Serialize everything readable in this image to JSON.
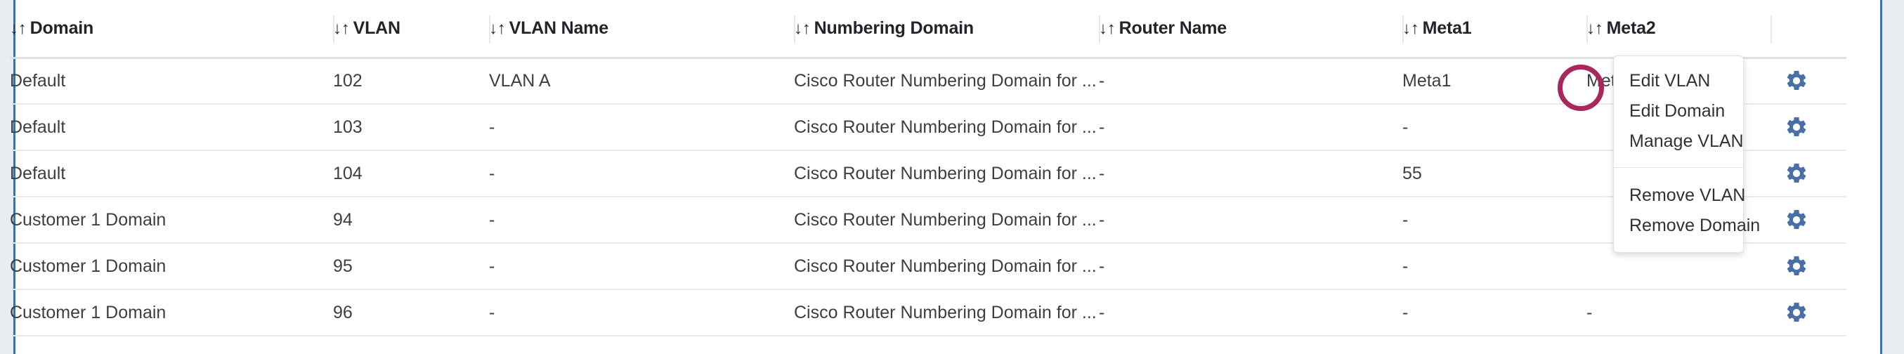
{
  "colors": {
    "page_background": "#e9edf1",
    "canvas": "#ffffff",
    "rail_blue": "#3572b0",
    "gear_blue": "#4a6fa5",
    "annotation_circle": "#a8275c",
    "row_divider": "#e8eaec",
    "header_divider": "#dfe1e5",
    "text": "#3b3f44",
    "header_text": "#212529"
  },
  "table": {
    "sort_glyph": "↓↑",
    "columns": [
      {
        "key": "domain",
        "label": "Domain",
        "sortable": true
      },
      {
        "key": "vlan",
        "label": "VLAN",
        "sortable": true
      },
      {
        "key": "vlan_name",
        "label": "VLAN Name",
        "sortable": true
      },
      {
        "key": "num_domain",
        "label": "Numbering Domain",
        "sortable": true
      },
      {
        "key": "router",
        "label": "Router Name",
        "sortable": true
      },
      {
        "key": "meta1",
        "label": "Meta1",
        "sortable": true
      },
      {
        "key": "meta2",
        "label": "Meta2",
        "sortable": true
      }
    ],
    "rows": [
      {
        "domain": "Default",
        "vlan": "102",
        "vlan_name": "VLAN A",
        "num_domain": "Cisco Router Numbering Domain for ...",
        "router": "-",
        "meta1": "Meta1",
        "meta2": "Meta2",
        "action_icon": "gear-icon"
      },
      {
        "domain": "Default",
        "vlan": "103",
        "vlan_name": "-",
        "num_domain": "Cisco Router Numbering Domain for ...",
        "router": "-",
        "meta1": "-",
        "meta2": "",
        "action_icon": "gear-icon"
      },
      {
        "domain": "Default",
        "vlan": "104",
        "vlan_name": "-",
        "num_domain": "Cisco Router Numbering Domain for ...",
        "router": "-",
        "meta1": "55",
        "meta2": "",
        "action_icon": "gear-icon"
      },
      {
        "domain": "Customer 1 Domain",
        "vlan": "94",
        "vlan_name": "-",
        "num_domain": "Cisco Router Numbering Domain for ...",
        "router": "-",
        "meta1": "-",
        "meta2": "",
        "action_icon": "gear-icon"
      },
      {
        "domain": "Customer 1 Domain",
        "vlan": "95",
        "vlan_name": "-",
        "num_domain": "Cisco Router Numbering Domain for ...",
        "router": "-",
        "meta1": "-",
        "meta2": "",
        "action_icon": "gear-icon"
      },
      {
        "domain": "Customer 1 Domain",
        "vlan": "96",
        "vlan_name": "-",
        "num_domain": "Cisco Router Numbering Domain for ...",
        "router": "-",
        "meta1": "-",
        "meta2": "-",
        "action_icon": "gear-icon"
      }
    ]
  },
  "context_menu": {
    "open": true,
    "anchor_row_index": 0,
    "groups": [
      {
        "items": [
          "Edit VLAN",
          "Edit Domain",
          "Manage VLAN"
        ]
      },
      {
        "items": [
          "Remove VLAN",
          "Remove Domain"
        ]
      }
    ]
  },
  "annotation": {
    "shape": "circle",
    "color": "#a8275c"
  }
}
